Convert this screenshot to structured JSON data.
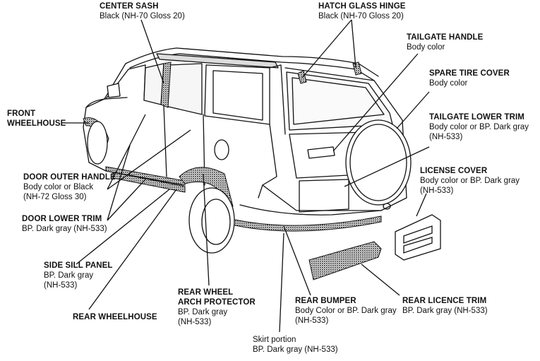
{
  "callouts": {
    "center_sash": {
      "title": "CENTER SASH",
      "lines": [
        "Black (NH-70 Gloss 20)"
      ]
    },
    "hatch_glass_hinge": {
      "title": "HATCH GLASS HINGE",
      "lines": [
        "Black (NH-70 Gloss 20)"
      ]
    },
    "tailgate_handle": {
      "title": "TAILGATE HANDLE",
      "lines": [
        "Body color"
      ]
    },
    "spare_tire_cover": {
      "title": "SPARE TIRE COVER",
      "lines": [
        "Body color"
      ]
    },
    "tailgate_lower_trim": {
      "title": "TAILGATE LOWER TRIM",
      "lines": [
        "Body color or BP. Dark gray",
        "(NH-533)"
      ]
    },
    "license_cover": {
      "title": "LICENSE COVER",
      "lines": [
        "Body color or BP. Dark gray",
        "(NH-533)"
      ]
    },
    "front_wheelhouse": {
      "title_lines": [
        "FRONT",
        "WHEELHOUSE"
      ]
    },
    "door_outer_handle": {
      "title": "DOOR OUTER HANDLE",
      "lines": [
        "Body color or Black",
        "(NH-72 Gloss 30)"
      ]
    },
    "door_lower_trim": {
      "title": "DOOR LOWER TRIM",
      "lines": [
        "BP. Dark gray (NH-533)"
      ]
    },
    "side_sill_panel": {
      "title": "SIDE SILL PANEL",
      "lines": [
        "BP. Dark gray",
        "(NH-533)"
      ]
    },
    "rear_wheelhouse": {
      "title": "REAR WHEELHOUSE"
    },
    "rear_wheel_arch_protector": {
      "title_lines": [
        "REAR WHEEL",
        "ARCH PROTECTOR"
      ],
      "lines": [
        "BP. Dark gray",
        "(NH-533)"
      ]
    },
    "rear_bumper": {
      "title": "REAR BUMPER",
      "lines": [
        "Body Color or BP. Dark gray",
        "(NH-533)"
      ]
    },
    "rear_licence_trim": {
      "title": "REAR LICENCE TRIM",
      "lines": [
        "BP. Dark gray (NH-533)"
      ]
    },
    "skirt_portion": {
      "lines": [
        "Skirt portion",
        "BP. Dark gray (NH-533)"
      ]
    }
  },
  "colors": {
    "ink": "#111111",
    "trim_dark": "#555555",
    "paper": "#ffffff"
  }
}
